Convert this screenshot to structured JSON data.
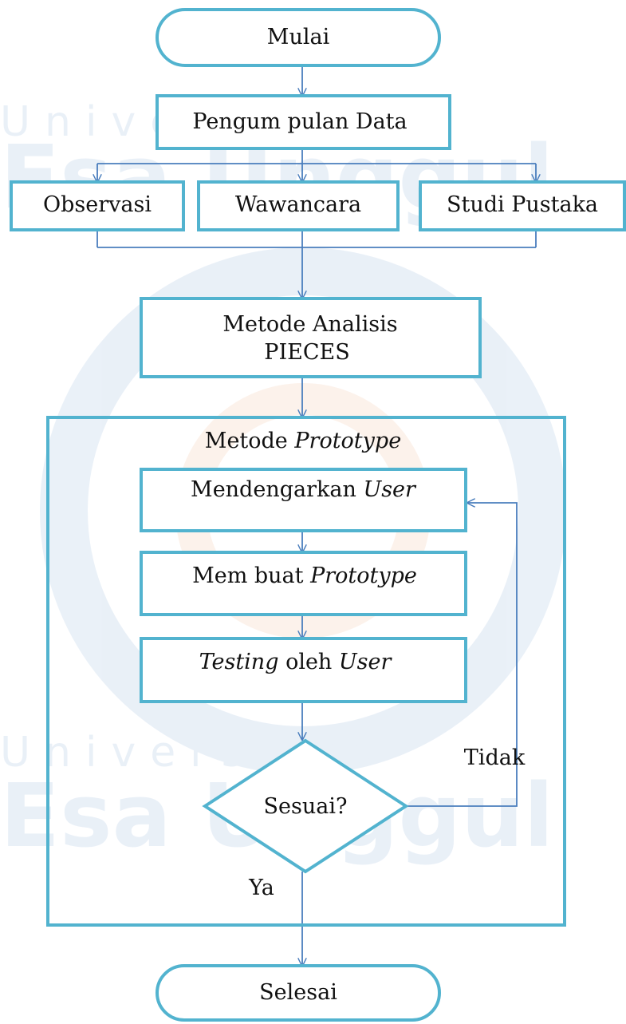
{
  "watermark": {
    "line1": "Universitas",
    "line2": "Esa Unggul",
    "color": "#1a5fb4",
    "accent": "#e8752a"
  },
  "colors": {
    "box_stroke": "#52b3cf",
    "connector": "#4a7ebd",
    "text": "#111111"
  },
  "nodes": {
    "start": "Mulai",
    "data_collection": "Pengum pulan Data",
    "observation": "Observasi",
    "interview": "Wawancara",
    "literature": "Studi Pustaka",
    "analysis_line1": "Metode Analisis",
    "analysis_line2": "PIECES",
    "prototype_group_prefix": "Metode ",
    "prototype_group_italic": "Prototype",
    "listen_prefix": "Mendengarkan ",
    "listen_italic": "User",
    "build_prefix": "Mem buat ",
    "build_italic": "Prototype",
    "test_italic_a": "Testing",
    "test_middle": " oleh ",
    "test_italic_b": "User",
    "decision": "Sesuai?",
    "no_label": "Tidak",
    "yes_label": "Ya",
    "end": "Selesai"
  }
}
